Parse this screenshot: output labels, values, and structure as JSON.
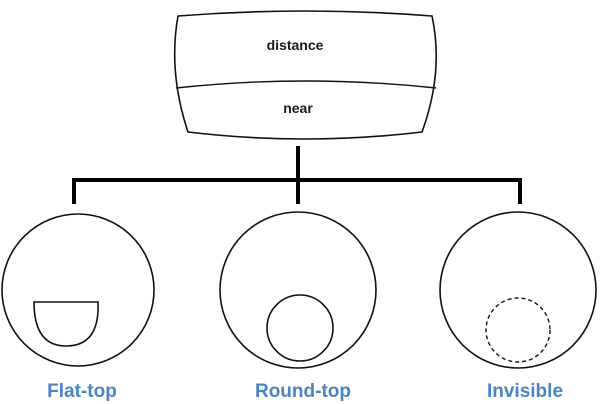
{
  "lens": {
    "top_label": "distance",
    "bottom_label": "near"
  },
  "types": [
    {
      "label": "Flat-top",
      "segment": "flat-top",
      "outline": "solid"
    },
    {
      "label": "Round-top",
      "segment": "round",
      "outline": "solid"
    },
    {
      "label": "Invisible",
      "segment": "round",
      "outline": "dashed"
    }
  ],
  "colors": {
    "label": "#4a84c4",
    "stroke": "#111111",
    "connector": "#000000"
  }
}
